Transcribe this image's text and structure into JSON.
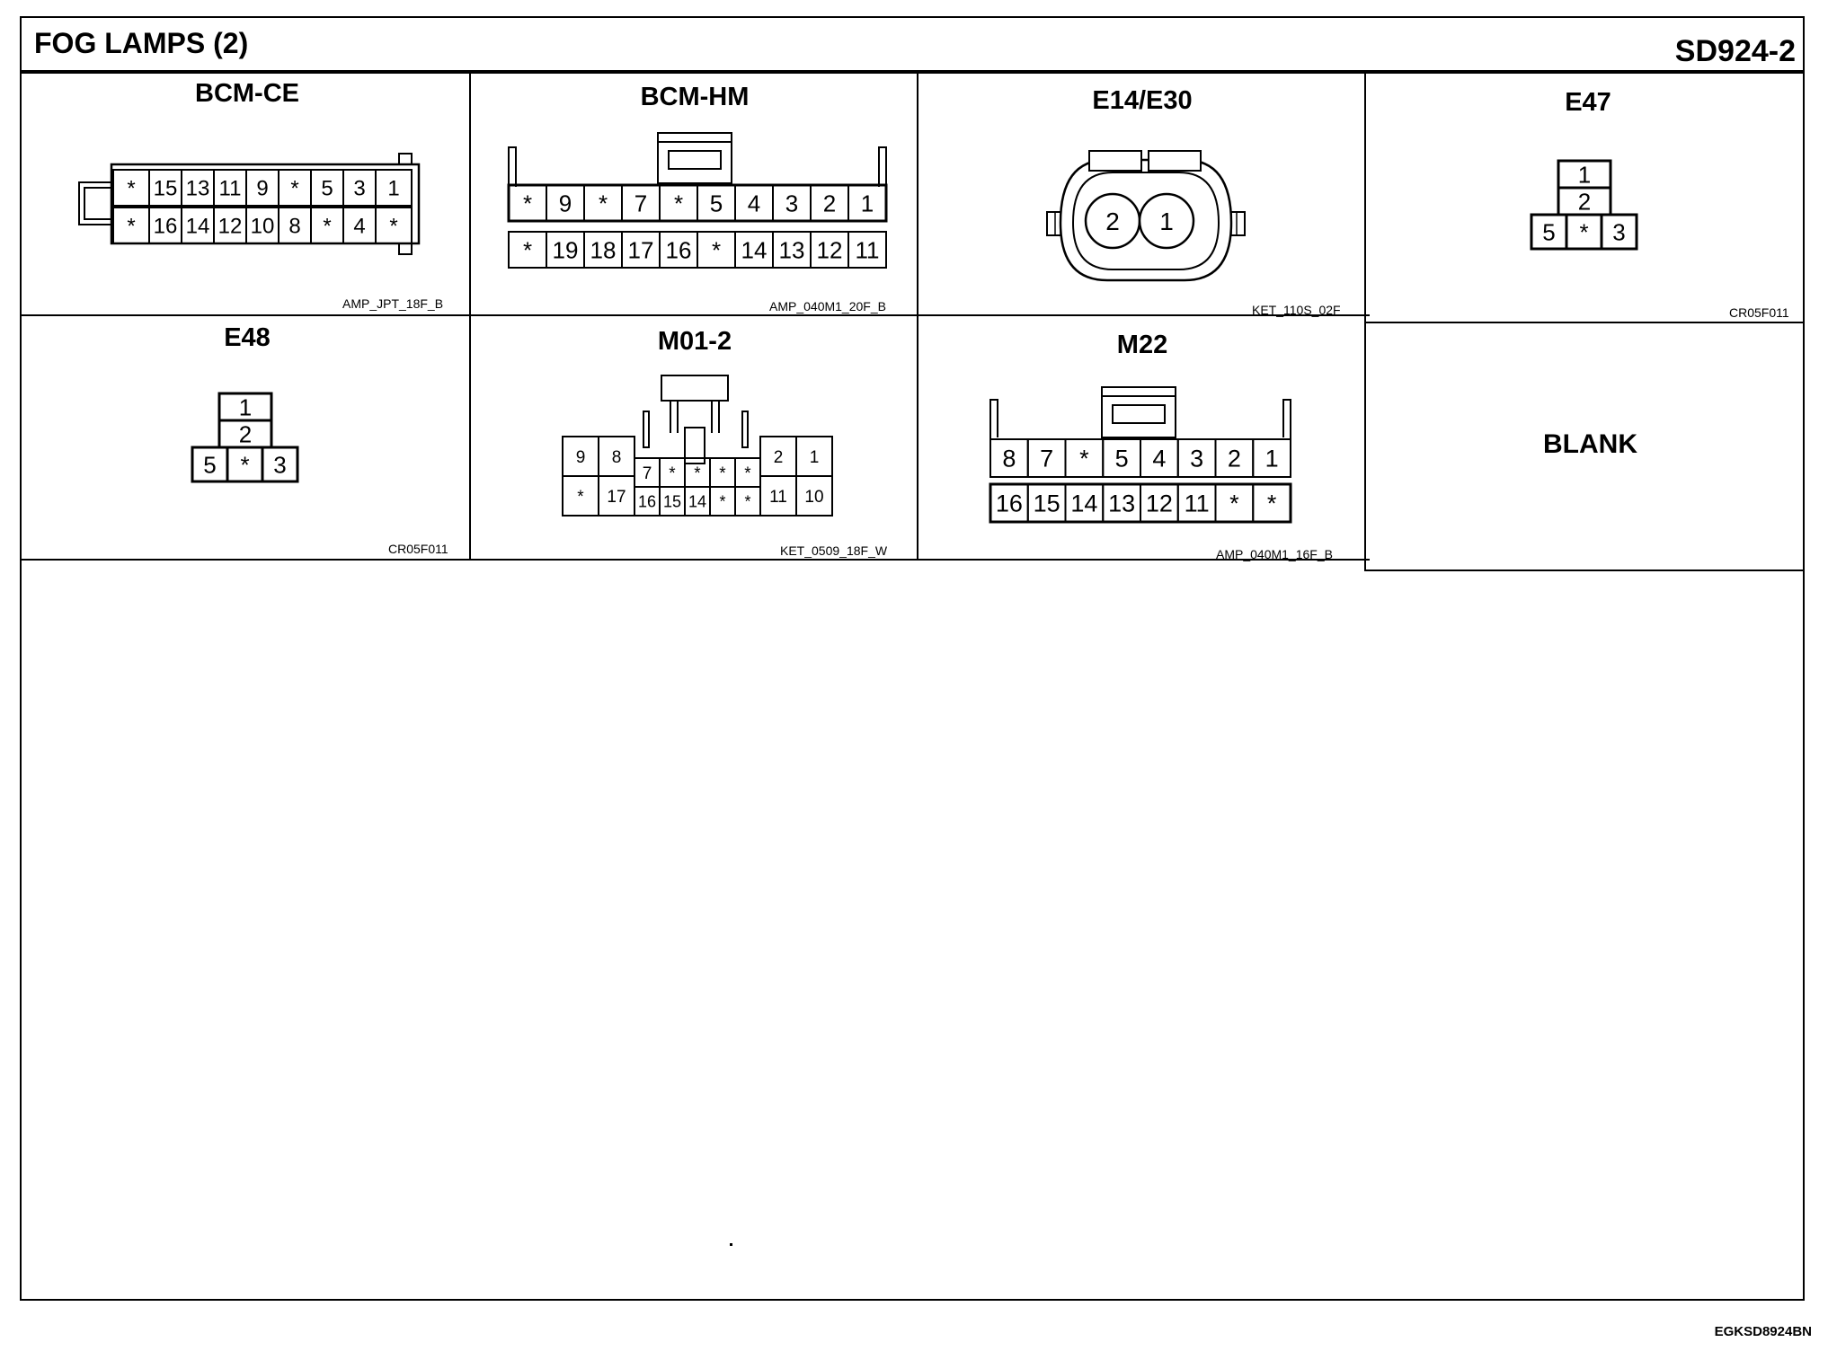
{
  "header": {
    "title": "FOG LAMPS (2)",
    "code": "SD924-2"
  },
  "connectors": [
    {
      "id": "bcm-ce",
      "name": "BCM-CE",
      "type": "AMP_JPT_18F_B",
      "rows": [
        [
          "*",
          "15",
          "13",
          "11",
          "9",
          "*",
          "5",
          "3",
          "1"
        ],
        [
          "*",
          "16",
          "14",
          "12",
          "10",
          "8",
          "*",
          "4",
          "*"
        ]
      ]
    },
    {
      "id": "bcm-hm",
      "name": "BCM-HM",
      "type": "AMP_040M1_20F_B",
      "rows": [
        [
          "*",
          "9",
          "*",
          "7",
          "*",
          "5",
          "4",
          "3",
          "2",
          "1"
        ],
        [
          "*",
          "19",
          "18",
          "17",
          "16",
          "*",
          "14",
          "13",
          "12",
          "11"
        ]
      ]
    },
    {
      "id": "e14-e30",
      "name": "E14/E30",
      "type": "KET_110S_02F",
      "pins": [
        "2",
        "1"
      ]
    },
    {
      "id": "e47",
      "name": "E47",
      "type": "CR05F011",
      "pins": [
        "1",
        "2",
        "5",
        "*",
        "3"
      ]
    },
    {
      "id": "e48",
      "name": "E48",
      "type": "CR05F011",
      "pins": [
        "1",
        "2",
        "5",
        "*",
        "3"
      ]
    },
    {
      "id": "m01-2",
      "name": "M01-2",
      "type": "KET_0509_18F_W",
      "left_top": [
        "9",
        "8"
      ],
      "left_bottom": [
        "*",
        "17"
      ],
      "mid_top": [
        "7",
        "*",
        "*",
        "*",
        "*"
      ],
      "mid_bottom": [
        "16",
        "15",
        "14",
        "*",
        "*"
      ],
      "right_top": [
        "2",
        "1"
      ],
      "right_bottom": [
        "11",
        "10"
      ]
    },
    {
      "id": "m22",
      "name": "M22",
      "type": "AMP_040M1_16F_B",
      "rows": [
        [
          "8",
          "7",
          "*",
          "5",
          "4",
          "3",
          "2",
          "1"
        ],
        [
          "16",
          "15",
          "14",
          "13",
          "12",
          "11",
          "*",
          "*"
        ]
      ]
    }
  ],
  "blank": "BLANK",
  "footer": "EGKSD8924BN"
}
